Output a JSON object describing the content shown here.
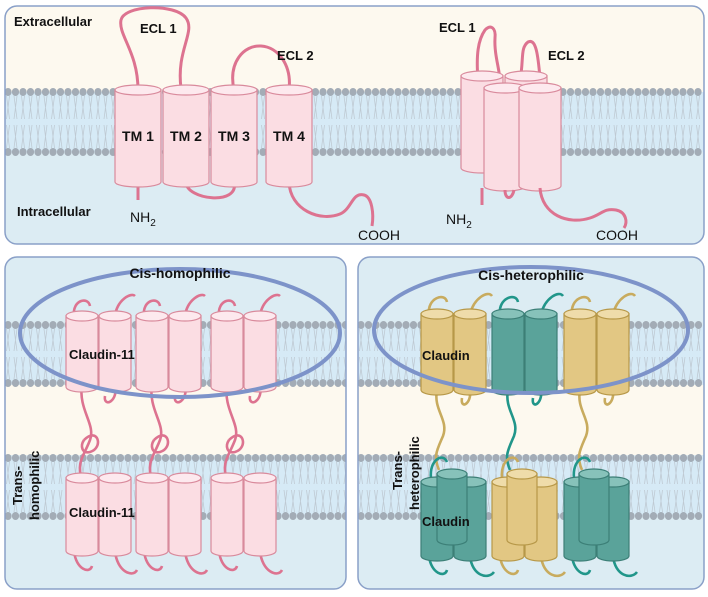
{
  "colors": {
    "outside": "#fdf9ef",
    "inside": "#dcecf3",
    "panel_border": "#8aa0c8",
    "membrane_core": "#d6eaf6",
    "lipid_head": "#a3acb6",
    "lipid_tail": "#bfcad3",
    "claudin11_fill": "#fbdde3",
    "claudin11_top": "#fde9ee",
    "claudin11_stroke": "#d98a9c",
    "loop_pink": "#dd7390",
    "gold_fill": "#e2c783",
    "gold_top": "#efdcaa",
    "gold_stroke": "#b79848",
    "gold_loop": "#c8ab5e",
    "teal_fill": "#5aa39a",
    "teal_top": "#87c2ba",
    "teal_stroke": "#3c7f77",
    "teal_loop": "#21968a",
    "ellipse": "#7d93c9"
  },
  "top_panel": {
    "extracellular_label": "Extracellular",
    "intracellular_label": "Intracellular",
    "tm_labels": [
      "TM 1",
      "TM 2",
      "TM 3",
      "TM 4"
    ],
    "ecl1_label": "ECL 1",
    "ecl2_label": "ECL 2",
    "nh2_label": "NH",
    "nh2_sub": "2",
    "cooh_label": "COOH",
    "ecl1_label_3d": "ECL 1",
    "ecl2_label_3d": "ECL 2",
    "nh2_label_3d": "NH",
    "nh2_sub_3d": "2",
    "cooh_label_3d": "COOH"
  },
  "left_panel": {
    "cis_label": "Cis-homophilic",
    "trans_label_1": "Trans-",
    "trans_label_2": "homophilic",
    "claudin_label_top": "Claudin-11",
    "claudin_label_bottom": "Claudin-11"
  },
  "right_panel": {
    "cis_label": "Cis-heterophilic",
    "trans_label_1": "Trans-",
    "trans_label_2": "heterophilic",
    "claudin_label_top": "Claudin",
    "claudin_label_bottom": "Claudin"
  }
}
